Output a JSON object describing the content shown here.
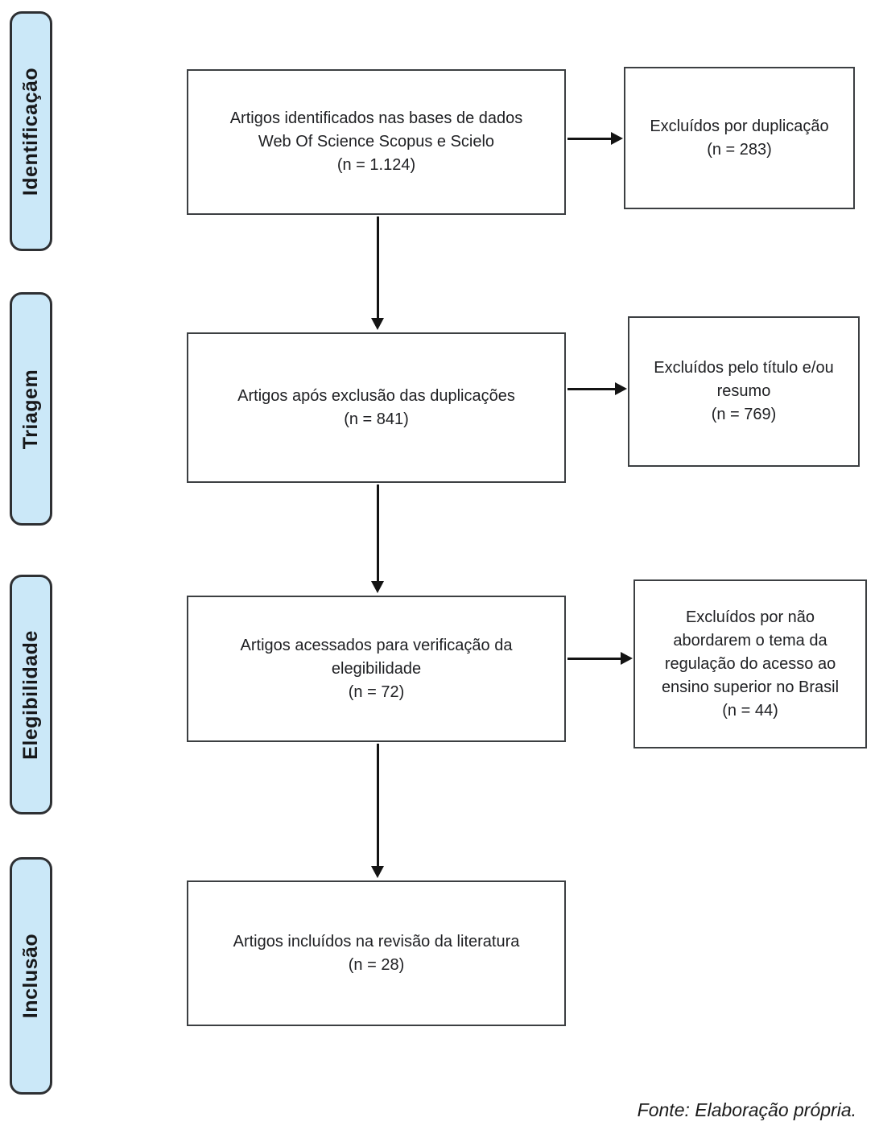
{
  "sidebar": {
    "stages": [
      {
        "label": "Identificação"
      },
      {
        "label": "Triagem"
      },
      {
        "label": "Elegibilidade"
      },
      {
        "label": "Inclusão"
      }
    ]
  },
  "flow": {
    "main": [
      {
        "text": "Artigos identificados nas bases de dados\nWeb Of Science Scopus e Scielo\n(n = 1.124)"
      },
      {
        "text": "Artigos após exclusão das duplicações\n(n = 841)"
      },
      {
        "text": "Artigos acessados para verificação da\nelegibilidade\n(n = 72)"
      },
      {
        "text": "Artigos incluídos na revisão da literatura\n(n = 28)"
      }
    ],
    "exclusions": [
      {
        "text": "Excluídos por duplicação\n(n = 283)"
      },
      {
        "text": "Excluídos pelo título e/ou\nresumo\n(n = 769)"
      },
      {
        "text": "Excluídos por não\nabordarem o tema da\nregulação do acesso ao\nensino superior no Brasil\n(n = 44)"
      }
    ]
  },
  "caption": "Fonte: Elaboração própria.",
  "colors": {
    "stage_fill": "#cbe8f8",
    "stage_border": "#2e3033",
    "box_border": "#3c3f42",
    "arrow": "#141414",
    "text": "#202124"
  }
}
